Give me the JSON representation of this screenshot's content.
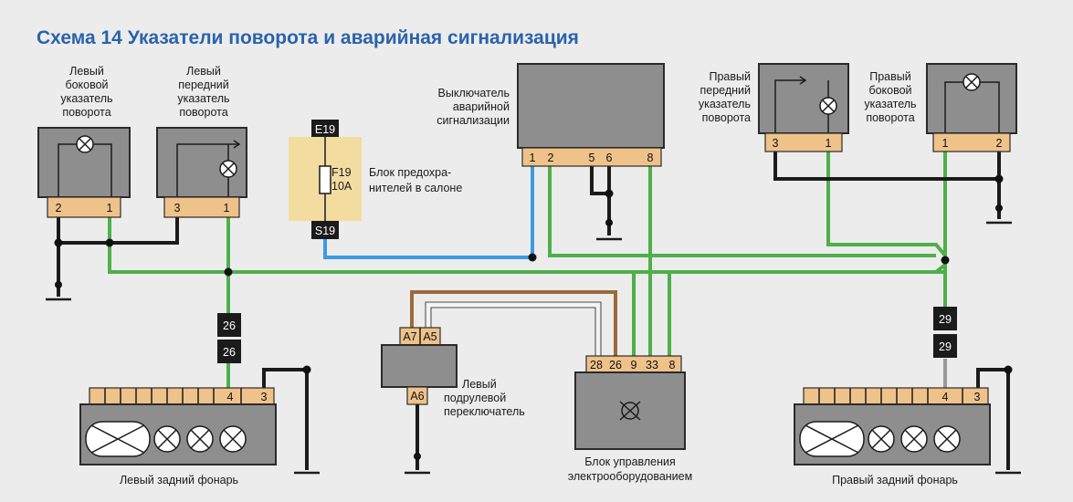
{
  "title": "Схема 14 Указатели поворота и аварийная сигнализация",
  "components": {
    "left_side_indicator": {
      "label": [
        "Левый",
        "боковой",
        "указатель",
        "поворота"
      ],
      "pins": [
        "2",
        "1"
      ]
    },
    "left_front_indicator": {
      "label": [
        "Левый",
        "передний",
        "указатель",
        "поворота"
      ],
      "pins": [
        "3",
        "1"
      ]
    },
    "fuse_block": {
      "label": [
        "Блок предохра-",
        "нителей в салоне"
      ],
      "fuse": [
        "F19",
        "10A"
      ],
      "terminals": [
        "E19",
        "S19"
      ]
    },
    "hazard_switch": {
      "label": [
        "Выключатель",
        "аварийной",
        "сигнализации"
      ],
      "pins": [
        "1",
        "2",
        "5",
        "6",
        "8"
      ]
    },
    "right_front_indicator": {
      "label": [
        "Правый",
        "передний",
        "указатель",
        "поворота"
      ],
      "pins": [
        "3",
        "1"
      ]
    },
    "right_side_indicator": {
      "label": [
        "Правый",
        "боковой",
        "указатель",
        "поворота"
      ],
      "pins": [
        "1",
        "2"
      ]
    },
    "left_column_switch": {
      "label": [
        "Левый",
        "подрулевой",
        "переключатель"
      ],
      "pins": [
        "A7",
        "A5",
        "A6"
      ]
    },
    "electrical_control_unit": {
      "label": [
        "Блок управления",
        "электрооборудованием"
      ],
      "pins": [
        "28",
        "26",
        "9",
        "33",
        "8"
      ]
    },
    "left_rear_lamp": {
      "label": "Левый задний фонарь",
      "pins": [
        "4",
        "3"
      ]
    },
    "right_rear_lamp": {
      "label": "Правый задний фонарь",
      "pins": [
        "4",
        "3"
      ]
    },
    "left_inline_connector": {
      "pins": [
        "26",
        "26"
      ]
    },
    "right_inline_connector": {
      "pins": [
        "29",
        "29"
      ]
    }
  },
  "colors": {
    "title": "#2a63ac",
    "wire_green": "#4db04a",
    "wire_black": "#1b1b1b",
    "wire_blue": "#3d9ae0",
    "wire_brown": "#9b6a3a",
    "wire_white": "#f5f5f5",
    "connector": "#efc28a",
    "component_body": "#8e8e8e",
    "fuse_block": "#f2dca0"
  }
}
